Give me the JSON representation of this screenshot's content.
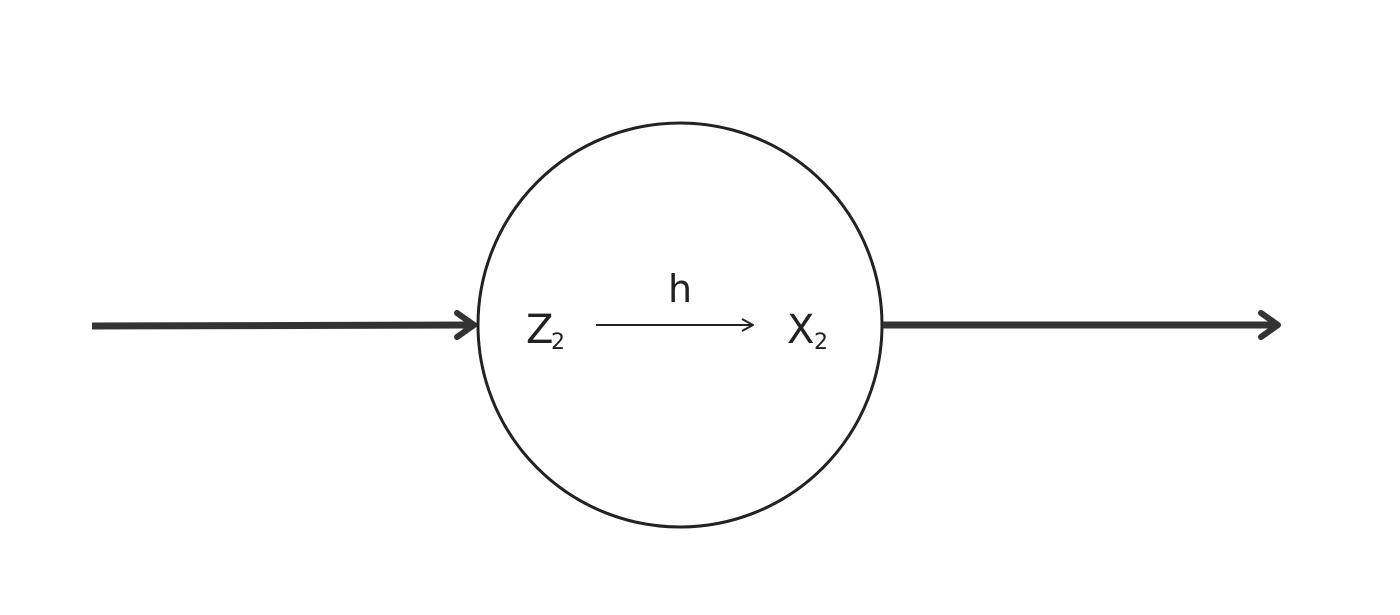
{
  "diagram": {
    "input_symbol": "Z",
    "input_subscript": "2",
    "output_symbol": "X",
    "output_subscript": "2",
    "mapping_label": "h"
  },
  "colors": {
    "stroke": "#222222",
    "thick_arrow": "#333333",
    "background": "#ffffff"
  }
}
